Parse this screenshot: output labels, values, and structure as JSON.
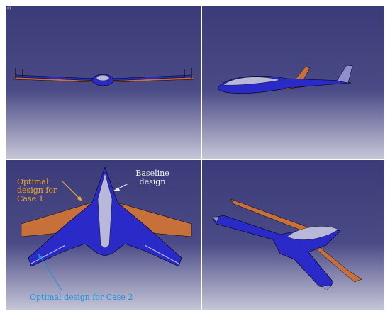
{
  "corner_label": "a)",
  "annotations": {
    "case1": {
      "lines": [
        "Optimal",
        "design for",
        "Case 1"
      ],
      "color": "#f5a623"
    },
    "baseline": {
      "lines": [
        "Baseline",
        "design"
      ],
      "color": "#f0f0f5"
    },
    "case2": {
      "text": "Optimal design for Case 2",
      "color": "#1e90d8"
    }
  },
  "colors": {
    "background_top": "#3a3a78",
    "background_bottom": "#c9c9da",
    "baseline_blue": "#2929c8",
    "optimal_orange": "#c8703a",
    "canopy": "#b8b8d8"
  }
}
